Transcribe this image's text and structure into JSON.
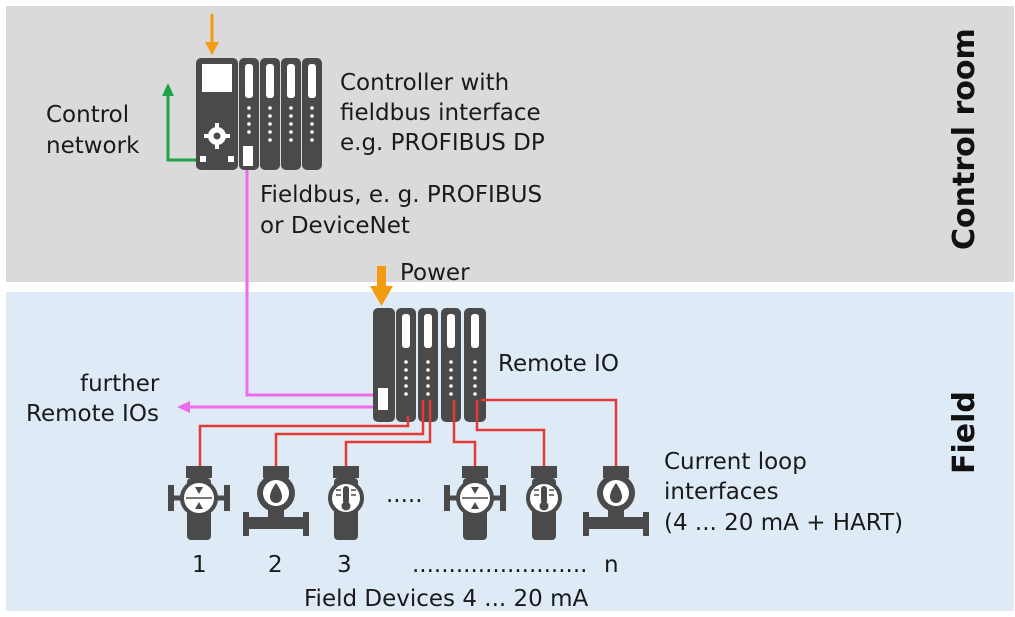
{
  "zones": {
    "control_room": "Control room",
    "field": "Field"
  },
  "controller": {
    "label_line1": "Controller with",
    "label_line2": "fieldbus interface",
    "label_line3": "e.g. PROFIBUS DP"
  },
  "control_network": {
    "line1": "Control",
    "line2": "network"
  },
  "fieldbus": {
    "line1": "Fieldbus, e. g. PROFIBUS",
    "line2": "or DeviceNet"
  },
  "power": "Power",
  "remote_io": "Remote IO",
  "further": {
    "line1": "further",
    "line2": "Remote IOs"
  },
  "current_loop": {
    "line1": "Current loop",
    "line2": "interfaces",
    "line3": "(4 ... 20 mA + HART)"
  },
  "devices": {
    "numbers": [
      "1",
      "2",
      "3",
      "n"
    ],
    "ellipsis_short": ".....",
    "ellipsis_long": "........................",
    "caption": "Field Devices 4 ... 20 mA"
  },
  "colors": {
    "control_room_bg": "#dadada",
    "field_bg": "#deebf6",
    "device": "#4a4a4a",
    "fieldbus": "#ee6bee",
    "loop": "#e53935",
    "power": "#f39c12",
    "network": "#1fa34a"
  }
}
